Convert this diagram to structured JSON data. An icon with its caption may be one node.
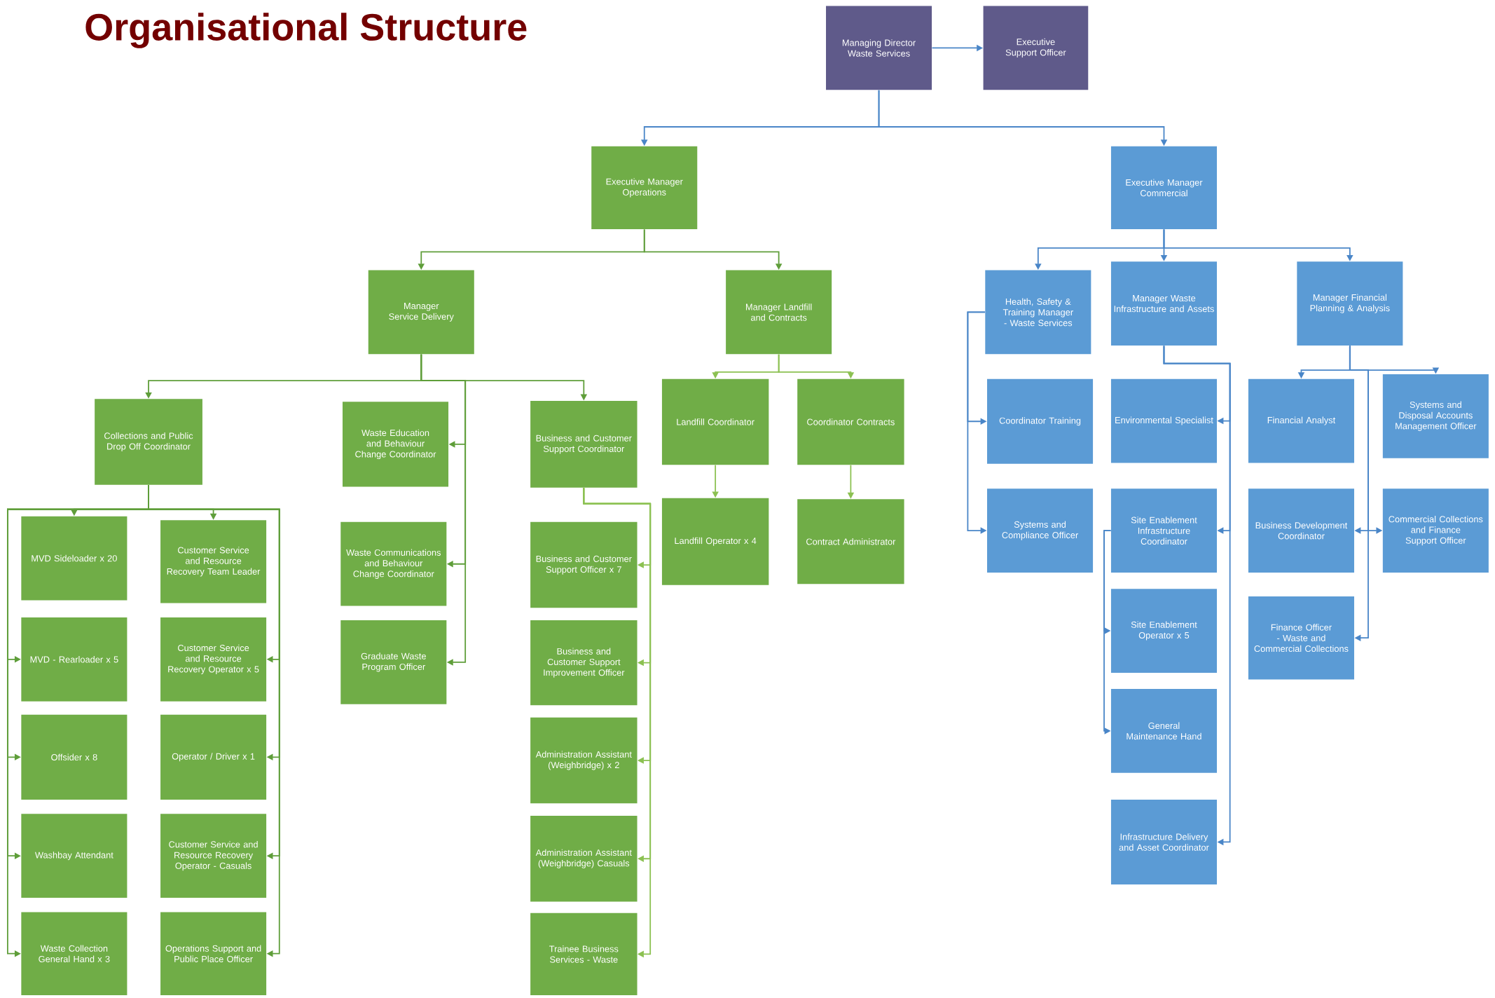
{
  "diagram": {
    "title": "Organisational Structure",
    "nodes": [
      {
        "text": [
          "Managing Director Waste Services"
        ]
      },
      {
        "text": [
          "Executive Support Officer"
        ]
      },
      {
        "text": [
          "Executive Manager Operations"
        ]
      },
      {
        "text": [
          "Executive Manager Commercial"
        ]
      },
      {
        "text": [
          "Manager Service Delivery"
        ]
      },
      {
        "text": [
          "Manager Landfill and Contracts"
        ]
      },
      {
        "text": [
          "Health, Safety & Training Manager - Waste Services"
        ]
      },
      {
        "text": [
          "Manager Waste Infrastructure and Assets"
        ]
      },
      {
        "text": [
          "Manager Financial Planning & Analysis"
        ]
      },
      {
        "text": [
          "Collections and Public Drop Off Coordinator"
        ]
      },
      {
        "text": [
          "Waste Education and Behaviour Change Coordinator"
        ]
      },
      {
        "text": [
          "Business and Customer Support Coordinator"
        ]
      },
      {
        "text": [
          "Landfill Coordinator"
        ]
      },
      {
        "text": [
          "Coordinator Contracts"
        ]
      },
      {
        "text": [
          "Coordinator Training"
        ]
      },
      {
        "text": [
          "Environmental Specialist"
        ]
      },
      {
        "text": [
          "Financial Analyst"
        ]
      },
      {
        "text": [
          "Systems and Disposal Accounts Management Officer"
        ]
      },
      {
        "text": [
          "MVD Sideloader x 20"
        ]
      },
      {
        "text": [
          "Customer Service and Resource Recovery Team Leader"
        ]
      },
      {
        "text": [
          "Waste Communications and Behaviour Change Coordinator"
        ]
      },
      {
        "text": [
          "Business and Customer Support Officer x 7"
        ]
      },
      {
        "text": [
          "Landfill Operator x 4"
        ]
      },
      {
        "text": [
          "Contract Administrator"
        ]
      },
      {
        "text": [
          "Systems and Compliance Officer"
        ]
      },
      {
        "text": [
          "Site Enablement Infrastructure Coordinator"
        ]
      },
      {
        "text": [
          "Business Development Coordinator"
        ]
      },
      {
        "text": [
          "Commercial Collections and Finance Support Officer"
        ]
      },
      {
        "text": [
          "MVD - Rearloader x 5"
        ]
      },
      {
        "text": [
          "Customer Service and Resource Recovery Operator x 5"
        ]
      },
      {
        "text": [
          "Graduate Waste Program Officer"
        ]
      },
      {
        "text": [
          "Business and Customer Support Improvement Officer"
        ]
      },
      {
        "text": [
          "Site Enablement Operator x 5"
        ]
      },
      {
        "text": [
          "Finance Officer - Waste and Commercial Collections"
        ]
      },
      {
        "text": [
          "Offsider x 8"
        ]
      },
      {
        "text": [
          "Operator / Driver x 1"
        ]
      },
      {
        "text": [
          "Administration Assistant (Weighbridge) x 2"
        ]
      },
      {
        "text": [
          "General Maintenance Hand"
        ]
      },
      {
        "text": [
          "Washbay Attendant"
        ]
      },
      {
        "text": [
          "Customer Service and Resource Recovery Operator - Casuals"
        ]
      },
      {
        "text": [
          "Administration Assistant (Weighbridge) Casuals"
        ]
      },
      {
        "text": [
          "Infrastructure Delivery and Asset Coordinator"
        ]
      },
      {
        "text": [
          "Waste Collection General Hand x 3"
        ]
      },
      {
        "text": [
          "Operations Support and Public Place Officer"
        ]
      },
      {
        "text": [
          "Trainee Business Services - Waste"
        ]
      }
    ],
    "edges": [
      {
        "from": 0,
        "to": 1,
        "arrow": "to"
      },
      {
        "from": 0,
        "to": 2,
        "arrow": "to"
      },
      {
        "from": 0,
        "to": 3,
        "arrow": "to"
      },
      {
        "from": 2,
        "to": 4,
        "arrow": "to",
        "color": "#5f9e3a"
      },
      {
        "from": 2,
        "to": 5,
        "arrow": "to",
        "color": "#5f9e3a"
      },
      {
        "from": 3,
        "to": 6,
        "arrow": "to"
      },
      {
        "from": 3,
        "to": 7,
        "arrow": "to"
      },
      {
        "from": 3,
        "to": 8,
        "arrow": "to"
      },
      {
        "from": 4,
        "to": 9,
        "arrow": "to",
        "color": "#5f9e3a"
      },
      {
        "from": 4,
        "to": 10,
        "arrow": "to",
        "color": "#5f9e3a"
      },
      {
        "from": 4,
        "to": 20,
        "arrow": "to",
        "color": "#5f9e3a"
      },
      {
        "from": 4,
        "to": 30,
        "arrow": "to",
        "color": "#5f9e3a"
      },
      {
        "from": 4,
        "to": 11,
        "arrow": "to",
        "color": "#5f9e3a"
      },
      {
        "from": 5,
        "to": 12,
        "arrow": "to",
        "color": "#8cc152"
      },
      {
        "from": 5,
        "to": 13,
        "arrow": "to",
        "color": "#8cc152"
      },
      {
        "from": 6,
        "to": 14,
        "arrow": "to"
      },
      {
        "from": 6,
        "to": 24,
        "arrow": "to"
      },
      {
        "from": 7,
        "to": 15,
        "arrow": "to"
      },
      {
        "from": 7,
        "to": 25,
        "arrow": "to"
      },
      {
        "from": 7,
        "to": 41,
        "arrow": "to"
      },
      {
        "from": 8,
        "to": 16,
        "arrow": "to"
      },
      {
        "from": 8,
        "to": 17,
        "arrow": "to"
      },
      {
        "from": 8,
        "to": 26,
        "arrow": "to"
      },
      {
        "from": 8,
        "to": 27,
        "arrow": "to"
      },
      {
        "from": 8,
        "to": 33,
        "arrow": "to"
      },
      {
        "from": 9,
        "to": 18,
        "arrow": "to",
        "color": "#5f9e3a"
      },
      {
        "from": 9,
        "to": 19,
        "arrow": "to",
        "color": "#5f9e3a"
      },
      {
        "from": 9,
        "to": 28,
        "arrow": "to",
        "color": "#5f9e3a"
      },
      {
        "from": 9,
        "to": 34,
        "arrow": "to",
        "color": "#5f9e3a"
      },
      {
        "from": 9,
        "to": 38,
        "arrow": "to",
        "color": "#5f9e3a"
      },
      {
        "from": 9,
        "to": 42,
        "arrow": "to",
        "color": "#5f9e3a"
      },
      {
        "from": 9,
        "to": 29,
        "arrow": "to",
        "color": "#5f9e3a"
      },
      {
        "from": 9,
        "to": 35,
        "arrow": "to",
        "color": "#5f9e3a"
      },
      {
        "from": 9,
        "to": 39,
        "arrow": "to",
        "color": "#5f9e3a"
      },
      {
        "from": 9,
        "to": 43,
        "arrow": "to",
        "color": "#5f9e3a"
      },
      {
        "from": 11,
        "to": 21,
        "arrow": "to",
        "color": "#8cc152"
      },
      {
        "from": 11,
        "to": 31,
        "arrow": "to",
        "color": "#8cc152"
      },
      {
        "from": 11,
        "to": 36,
        "arrow": "to",
        "color": "#8cc152"
      },
      {
        "from": 11,
        "to": 40,
        "arrow": "to",
        "color": "#8cc152"
      },
      {
        "from": 11,
        "to": 44,
        "arrow": "to",
        "color": "#8cc152"
      },
      {
        "from": 12,
        "to": 22,
        "arrow": "to",
        "color": "#8cc152"
      },
      {
        "from": 13,
        "to": 23,
        "arrow": "to",
        "color": "#8cc152"
      },
      {
        "from": 25,
        "to": 32,
        "arrow": "to"
      },
      {
        "from": 25,
        "to": 37,
        "arrow": "to"
      }
    ]
  }
}
